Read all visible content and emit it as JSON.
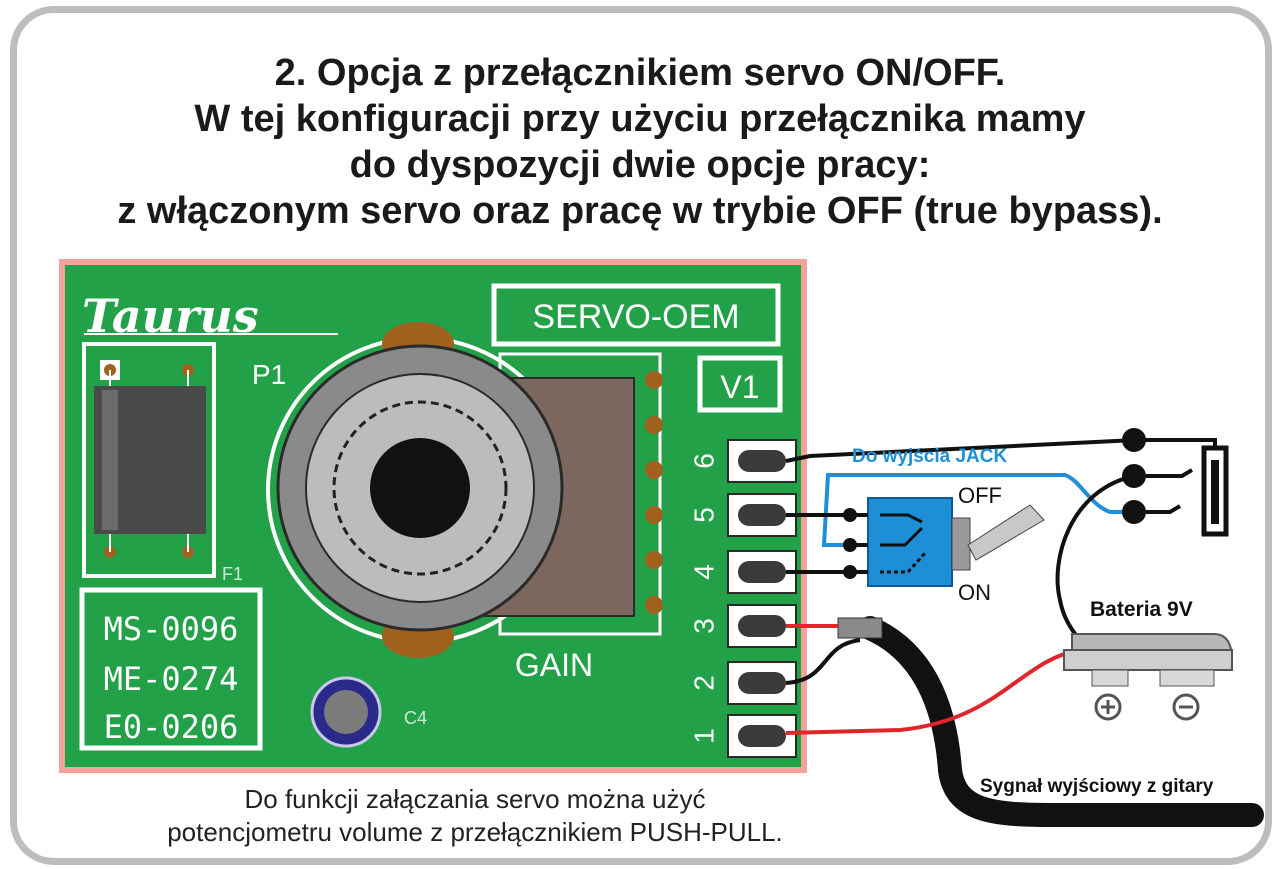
{
  "title": {
    "line1": "2. Opcja z przełącznikiem servo ON/OFF.",
    "line2": "W tej konfiguracji przy użyciu przełącznika mamy",
    "line3": "do dyspozycji dwie opcje pracy:",
    "line4": "z włączonym servo oraz pracę w trybie OFF (true bypass)."
  },
  "board": {
    "brand": "Taurus",
    "model": "SERVO-OEM",
    "version": "V1",
    "pot_label": "P1",
    "fuse_label": "F1",
    "cap_label": "C4",
    "gain_label": "GAIN",
    "codes": [
      "MS-0096",
      "ME-0274",
      "E0-0206"
    ],
    "pins": [
      "6",
      "5",
      "4",
      "3",
      "2",
      "1"
    ]
  },
  "labels": {
    "jack": "Do wyjścia JACK",
    "switch_off": "OFF",
    "switch_on": "ON",
    "battery": "Bateria 9V",
    "signal": "Sygnał wyjściowy z gitary"
  },
  "caption": {
    "line1": "Do funkcji załączania servo  można użyć",
    "line2": "potencjometru volume z przełącznikiem PUSH-PULL."
  },
  "colors": {
    "pcb": "#23a149",
    "pcb_border": "#f2a39b",
    "jack_wire": "#1f8fd6",
    "switch": "#1e8fd6",
    "red_wire": "#e0262b"
  }
}
